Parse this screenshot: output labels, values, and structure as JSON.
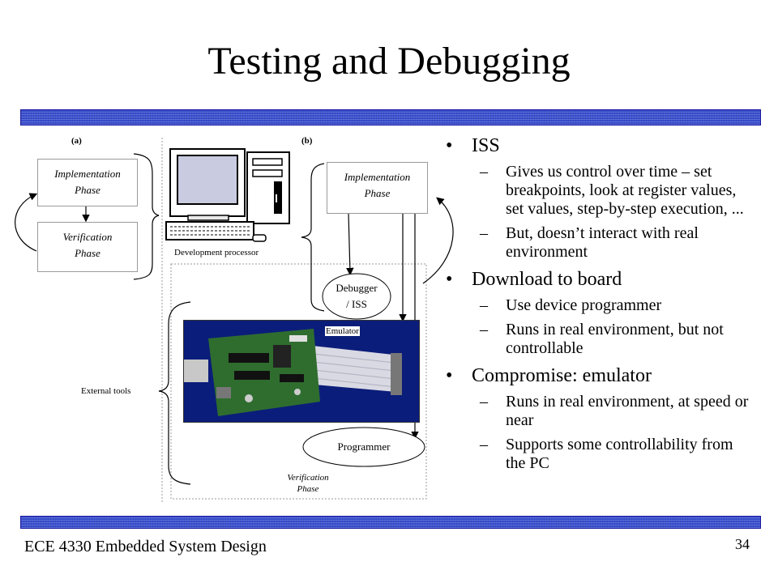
{
  "slide": {
    "title": "Testing and Debugging",
    "footer_left": "ECE 4330 Embedded System Design",
    "page_number": "34"
  },
  "bullets": [
    {
      "text": "ISS",
      "subs": [
        "Gives us control over time – set breakpoints, look at register values, set values, step-by-step execution, ...",
        "But, doesn’t interact with real environment"
      ]
    },
    {
      "text": "Download to board",
      "subs": [
        "Use device programmer",
        "Runs in real environment, but not controllable"
      ]
    },
    {
      "text": "Compromise: emulator",
      "subs": [
        "Runs in real environment, at speed or near",
        "Supports some controllability from the PC"
      ]
    }
  ],
  "diagram": {
    "label_a": "(a)",
    "label_b": "(b)",
    "impl_phase_a": [
      "Implementation",
      "Phase"
    ],
    "verif_phase_a": [
      "Verification",
      "Phase"
    ],
    "impl_phase_b": [
      "Implementation",
      "Phase"
    ],
    "development_processor": "Development processor",
    "debugger": [
      "Debugger",
      "/ ISS"
    ],
    "emulator": "Emulator",
    "external_tools": "External tools",
    "programmer": "Programmer",
    "verif_phase_b": [
      "Verification",
      "Phase"
    ]
  },
  "colors": {
    "bar_blue": "#3a4fd0"
  }
}
